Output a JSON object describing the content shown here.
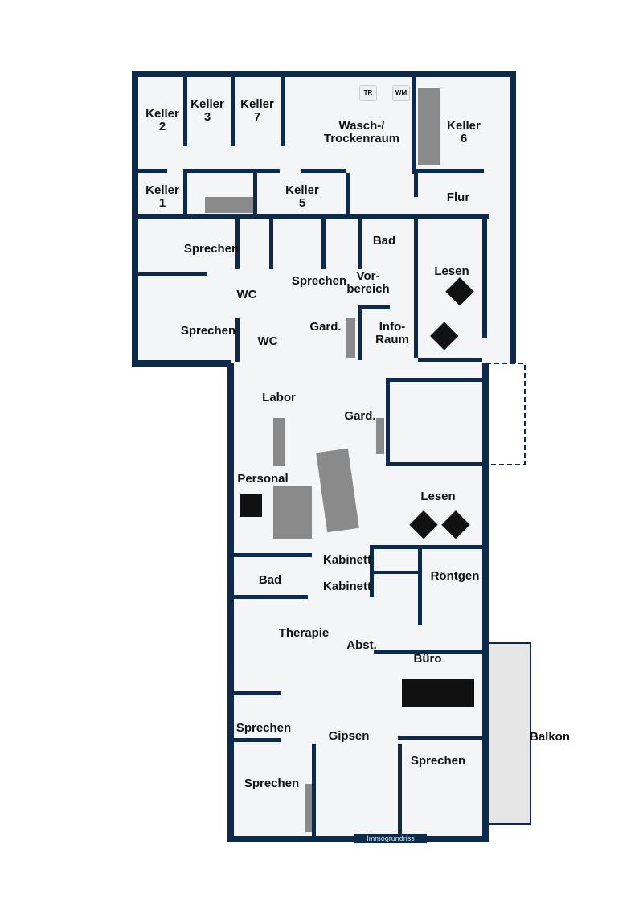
{
  "plan": {
    "wall_color": "#0d2a4a",
    "floor_color": "#f4f5f7",
    "rooms": [
      {
        "id": "keller-2",
        "label": "Keller\n2"
      },
      {
        "id": "keller-3",
        "label": "Keller\n3"
      },
      {
        "id": "keller-7",
        "label": "Keller\n7"
      },
      {
        "id": "wasch-trockenraum",
        "label": "Wasch-/\nTrockenraum"
      },
      {
        "id": "keller-6",
        "label": "Keller\n6"
      },
      {
        "id": "keller-1",
        "label": "Keller\n1"
      },
      {
        "id": "keller-5",
        "label": "Keller\n5"
      },
      {
        "id": "flur",
        "label": "Flur"
      },
      {
        "id": "sprechen-1",
        "label": "Sprechen"
      },
      {
        "id": "bad-1",
        "label": "Bad"
      },
      {
        "id": "lesen-1",
        "label": "Lesen"
      },
      {
        "id": "sprechen-2",
        "label": "Sprechen"
      },
      {
        "id": "vorbereich",
        "label": "Vor-\nbereich"
      },
      {
        "id": "wc-1",
        "label": "WC"
      },
      {
        "id": "sprechen-3",
        "label": "Sprechen"
      },
      {
        "id": "wc-2",
        "label": "WC"
      },
      {
        "id": "gard-1",
        "label": "Gard."
      },
      {
        "id": "info-raum",
        "label": "Info-\nRaum"
      },
      {
        "id": "labor",
        "label": "Labor"
      },
      {
        "id": "gard-2",
        "label": "Gard."
      },
      {
        "id": "personal",
        "label": "Personal"
      },
      {
        "id": "lesen-2",
        "label": "Lesen"
      },
      {
        "id": "kabinett-1",
        "label": "Kabinett"
      },
      {
        "id": "kabinett-2",
        "label": "Kabinett"
      },
      {
        "id": "roentgen",
        "label": "Röntgen"
      },
      {
        "id": "bad-2",
        "label": "Bad"
      },
      {
        "id": "therapie",
        "label": "Therapie"
      },
      {
        "id": "abst",
        "label": "Abst."
      },
      {
        "id": "buero",
        "label": "Büro"
      },
      {
        "id": "balkon",
        "label": "Balkon"
      },
      {
        "id": "sprechen-4",
        "label": "Sprechen"
      },
      {
        "id": "gipsen",
        "label": "Gipsen"
      },
      {
        "id": "sprechen-5",
        "label": "Sprechen"
      },
      {
        "id": "sprechen-6",
        "label": "Sprechen"
      }
    ],
    "appliances": {
      "dryer": "TR",
      "washer": "WM"
    },
    "brand": "Immogrundriss"
  }
}
